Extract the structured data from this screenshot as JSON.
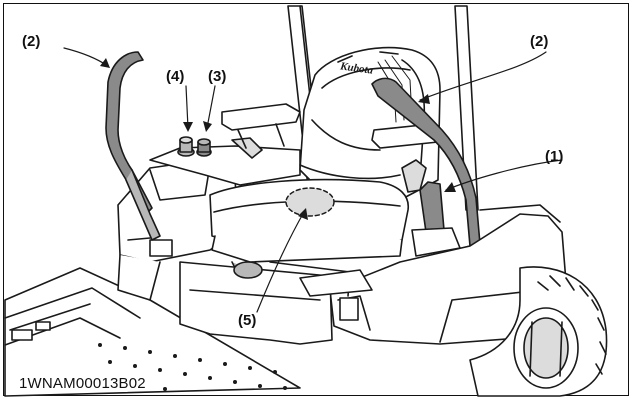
{
  "figure": {
    "code": "1WNAM00013B02",
    "brand_mark": "Kubota"
  },
  "callouts": {
    "one": "(1)",
    "two_left": "(2)",
    "two_right": "(2)",
    "three": "(3)",
    "four": "(4)",
    "five": "(5)"
  },
  "colors": {
    "line": "#1a1a1a",
    "shade_dark": "#8a8a8a",
    "shade_mid": "#b8b8b8",
    "shade_light": "#dcdcdc",
    "background": "#ffffff"
  }
}
